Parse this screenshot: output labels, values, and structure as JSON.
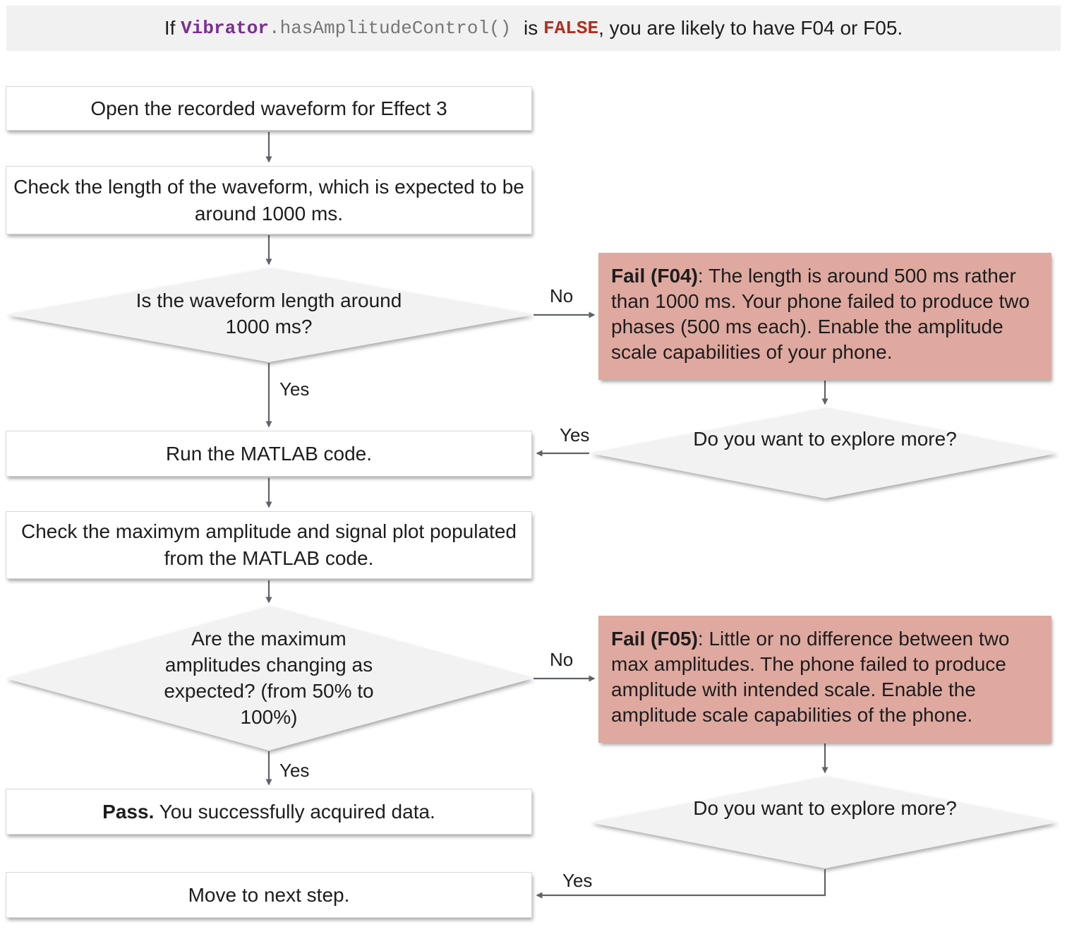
{
  "banner": {
    "prefix": "If ",
    "code_class": "Vibrator",
    "code_method": ".hasAmplitudeControl()",
    "middle": " is ",
    "code_false": "FALSE",
    "suffix": ", you are likely to have F04 or F05."
  },
  "colors": {
    "banner_bg": "#f1f1f2",
    "fail_bg": "#dfa9a0",
    "diamond_bg": "#f2f2f2",
    "arrow": "#5f6368",
    "text": "#1d1d1d",
    "code_class": "#7b2f8f",
    "code_false": "#b0301f",
    "code_gray": "#767676"
  },
  "nodes": {
    "open_waveform": {
      "label": "Open the recorded waveform for Effect 3"
    },
    "check_length": {
      "label": "Check the length of the waveform, which is expected to be around 1000 ms."
    },
    "length_question": {
      "label": "Is the waveform length around 1000 ms?"
    },
    "run_matlab": {
      "label": "Run the MATLAB code."
    },
    "check_amplitude": {
      "label": "Check the maximym amplitude and signal plot populated from the MATLAB code."
    },
    "amplitude_question": {
      "label": "Are the maximum amplitudes changing as expected? (from 50% to 100%)"
    },
    "pass": {
      "label_bold": "Pass.",
      "label_rest": " You successfully acquired data."
    },
    "move_next": {
      "label": "Move to next step."
    },
    "fail_f04": {
      "label_bold": "Fail (F04)",
      "label_rest": ": The length is around 500 ms rather than 1000 ms. Your phone failed to produce two phases (500 ms each). Enable the amplitude scale capabilities of your phone."
    },
    "fail_f05": {
      "label_bold": "Fail (F05)",
      "label_rest": ": Little or no difference between two max amplitudes. The phone failed to produce amplitude with intended scale. Enable the amplitude scale capabilities of the phone."
    },
    "explore_more_1": {
      "label": "Do you want to explore more?"
    },
    "explore_more_2": {
      "label": "Do you want to explore more?"
    }
  },
  "edges": {
    "length_yes": "Yes",
    "length_no": "No",
    "explore1_yes": "Yes",
    "amplitude_yes": "Yes",
    "amplitude_no": "No",
    "explore2_yes": "Yes"
  }
}
